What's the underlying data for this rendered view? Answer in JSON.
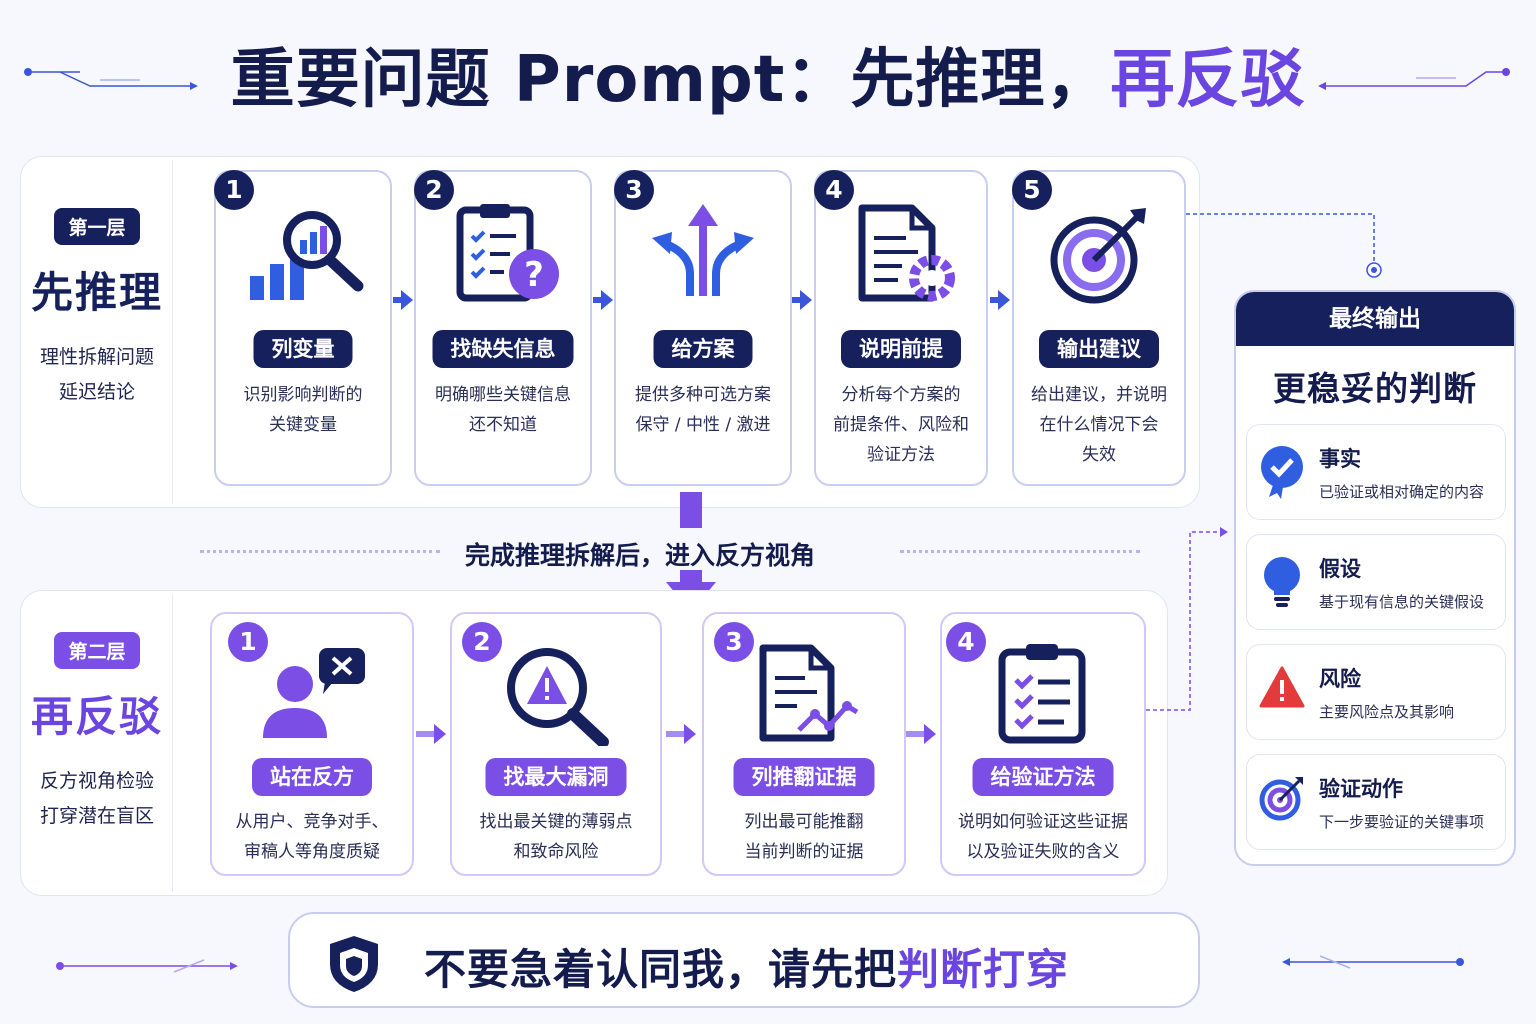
{
  "title": {
    "main": "重要问题 Prompt：先推理，",
    "accent": "再反驳"
  },
  "layer1": {
    "badge": "第一层",
    "name": "先推理",
    "desc_line1": "理性拆解问题",
    "desc_line2": "延迟结论",
    "steps": [
      {
        "num": "1",
        "label": "列变量",
        "line1": "识别影响判断的",
        "line2": "关键变量",
        "line3": ""
      },
      {
        "num": "2",
        "label": "找缺失信息",
        "line1": "明确哪些关键信息",
        "line2": "还不知道",
        "line3": ""
      },
      {
        "num": "3",
        "label": "给方案",
        "line1": "提供多种可选方案",
        "line2": "保守 / 中性 / 激进",
        "line3": ""
      },
      {
        "num": "4",
        "label": "说明前提",
        "line1": "分析每个方案的",
        "line2": "前提条件、风险和",
        "line3": "验证方法"
      },
      {
        "num": "5",
        "label": "输出建议",
        "line1": "给出建议，并说明",
        "line2": "在什么情况下会",
        "line3": "失效"
      }
    ]
  },
  "transition": {
    "text": "完成推理拆解后，进入反方视角"
  },
  "layer2": {
    "badge": "第二层",
    "name": "再反驳",
    "desc_line1": "反方视角检验",
    "desc_line2": "打穿潜在盲区",
    "steps": [
      {
        "num": "1",
        "label": "站在反方",
        "line1": "从用户、竞争对手、",
        "line2": "审稿人等角度质疑"
      },
      {
        "num": "2",
        "label": "找最大漏洞",
        "line1": "找出最关键的薄弱点",
        "line2": "和致命风险"
      },
      {
        "num": "3",
        "label": "列推翻证据",
        "line1": "列出最可能推翻",
        "line2": "当前判断的证据"
      },
      {
        "num": "4",
        "label": "给验证方法",
        "line1": "说明如何验证这些证据",
        "line2": "以及验证失败的含义"
      }
    ]
  },
  "output": {
    "header": "最终输出",
    "title": "更稳妥的判断",
    "items": [
      {
        "title": "事实",
        "desc": "已验证或相对确定的内容"
      },
      {
        "title": "假设",
        "desc": "基于现有信息的关键假设"
      },
      {
        "title": "风险",
        "desc": "主要风险点及其影响"
      },
      {
        "title": "验证动作",
        "desc": "下一步要验证的关键事项"
      }
    ]
  },
  "banner": {
    "main": "不要急着认同我，请先把",
    "accent": "判断打穿"
  },
  "colors": {
    "navy": "#16205c",
    "purple": "#7b4ee6",
    "accent_text": "#6b45e0",
    "blue": "#2f5fe0",
    "red": "#e33b3b"
  }
}
